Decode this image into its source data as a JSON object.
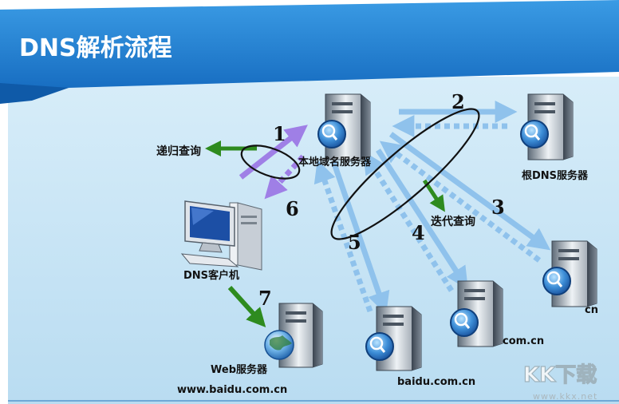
{
  "header": {
    "title": "DNS解析流程"
  },
  "nodes": {
    "local_dns": "本地域名服务器",
    "root_dns": "根DNS服务器",
    "client": "DNS客户机",
    "cn": "cn",
    "com_cn": "com.cn",
    "baidu_com_cn": "baidu.com.cn",
    "web_server": "Web服务器",
    "web_url": "www.baidu.com.cn"
  },
  "labels": {
    "recursive": "递归查询",
    "iterative": "迭代查询"
  },
  "steps": [
    "1",
    "2",
    "3",
    "4",
    "5",
    "6",
    "7"
  ],
  "watermark": {
    "logo": "KK下载",
    "url": "www.kkx.net"
  },
  "colors": {
    "header_blue": "#1e7fd0",
    "panel_bg": "#c6e3f4",
    "arrow_blue": "#8fc2ec",
    "arrow_purple": "#9f7fe6",
    "arrow_green": "#2e8b1f"
  }
}
